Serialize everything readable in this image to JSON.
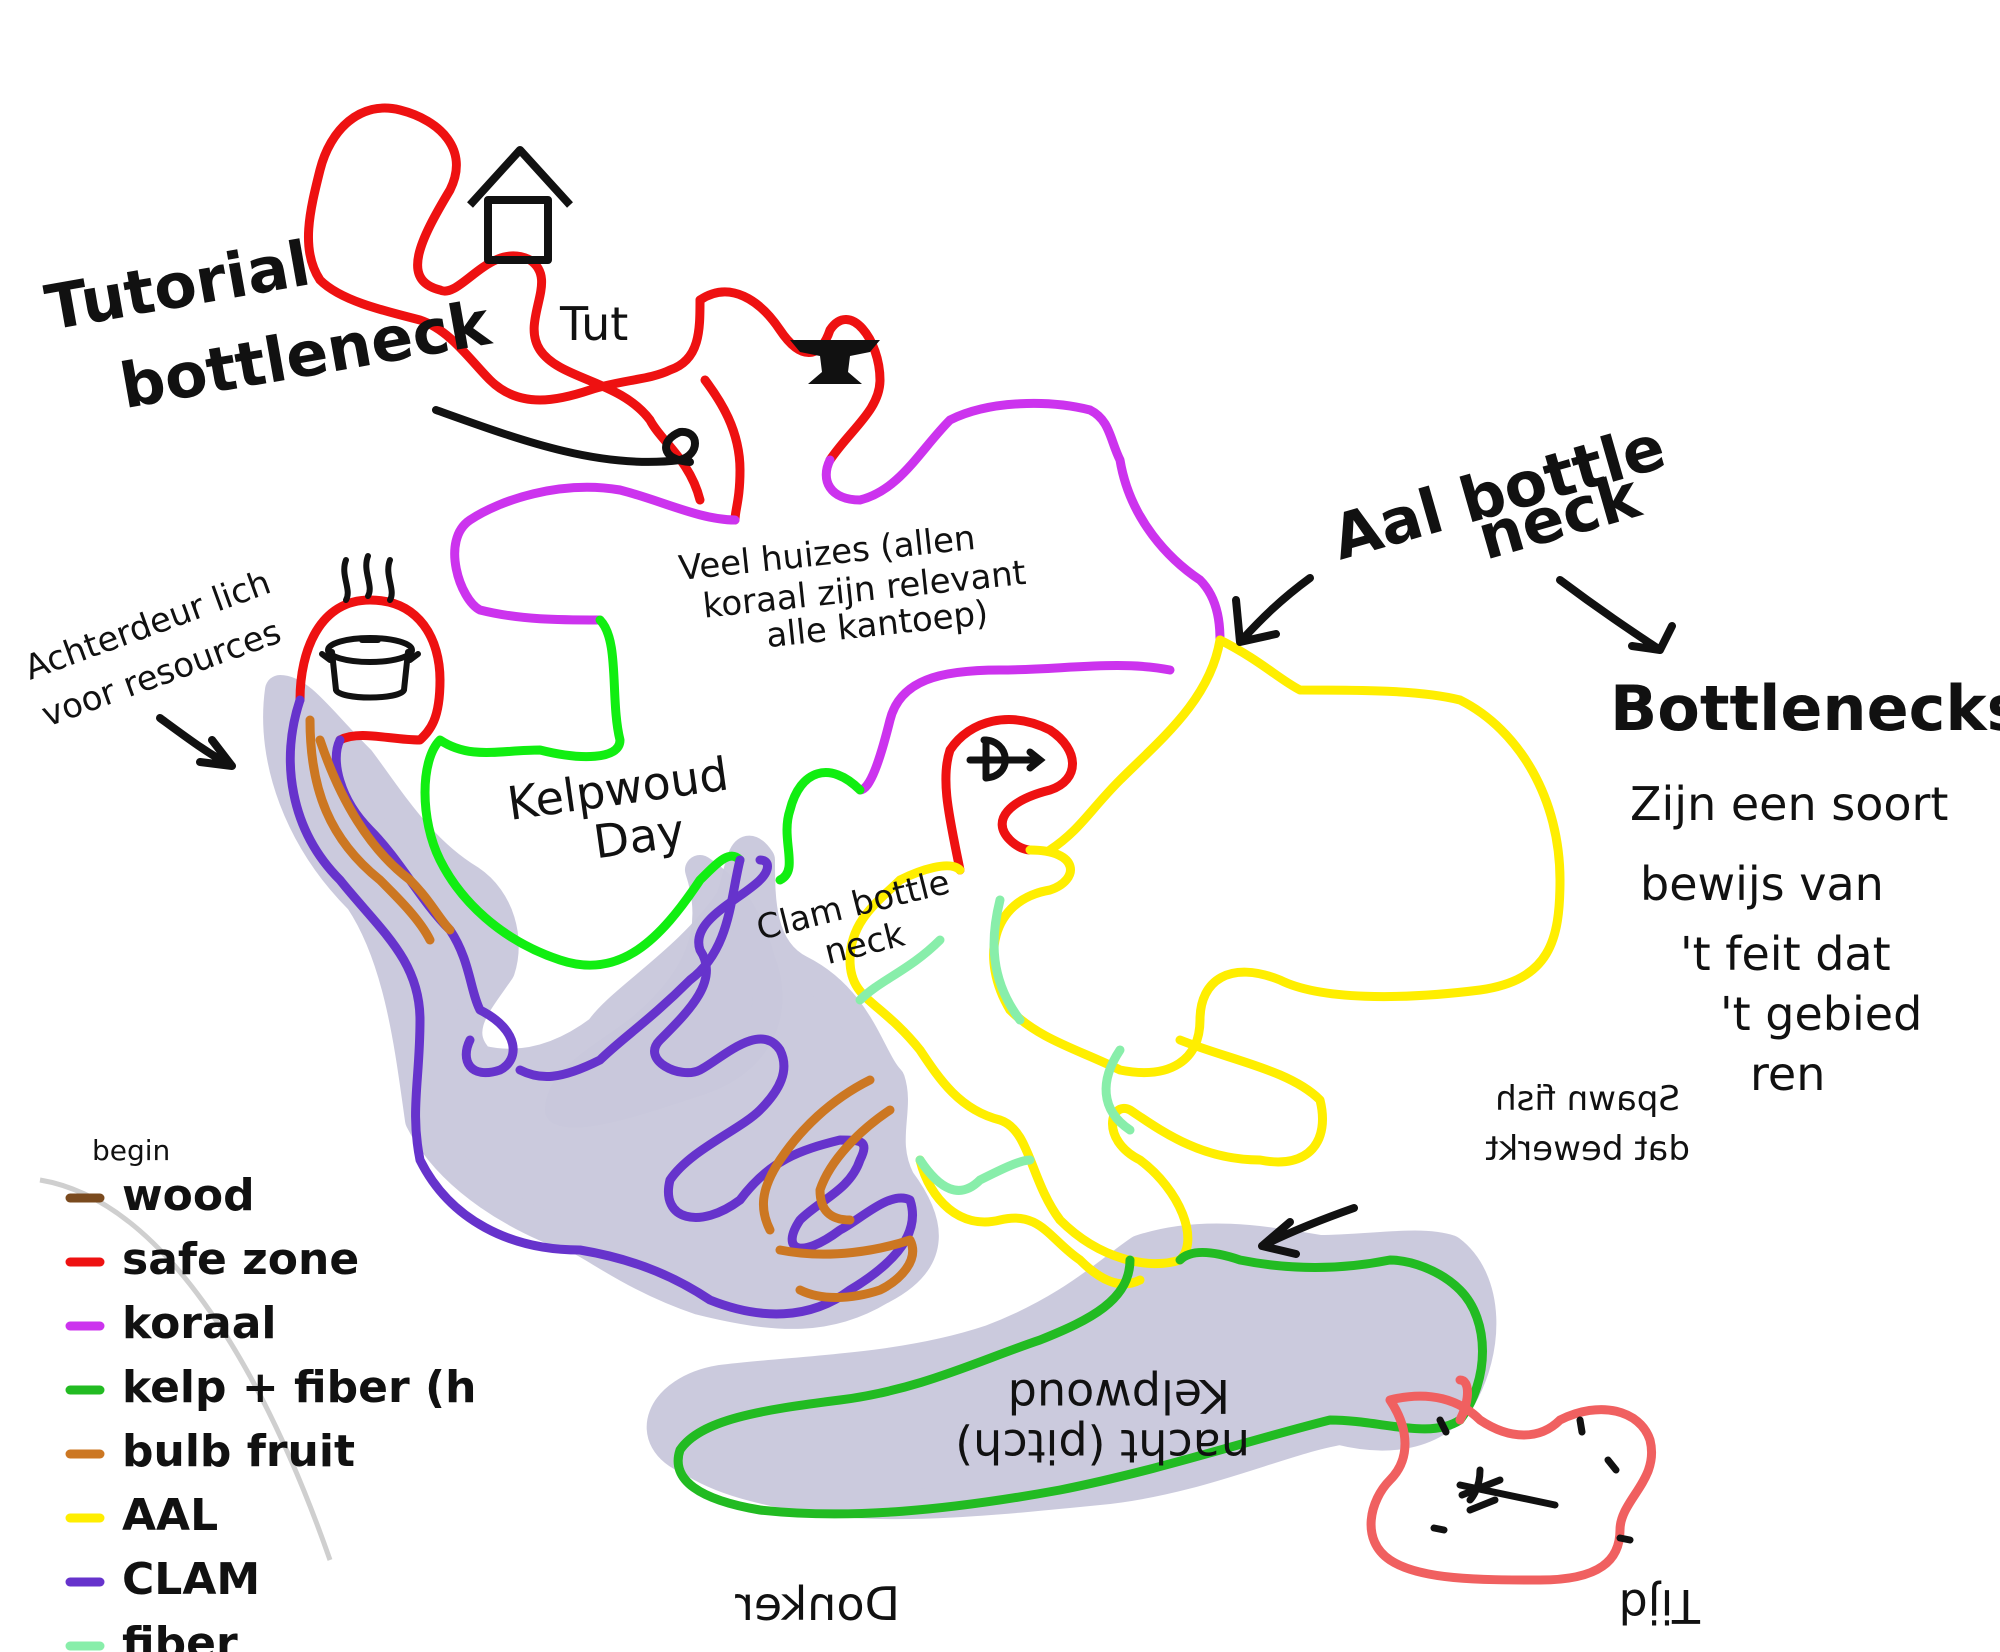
{
  "colors": {
    "wood": "#7a4a1e",
    "safe_zone": "#ee1111",
    "koraal": "#cc33ee",
    "kelp_fiber": "#22bb22",
    "kelp_bright": "#11ee11",
    "bulb_fruit": "#cc7722",
    "aal": "#ffee00",
    "clam": "#6633cc",
    "fiber": "#88eeaa",
    "shade": "#c9c8dc",
    "salmon": "#f06060",
    "ink": "#111111"
  },
  "notes": {
    "tutorial_bottleneck": [
      "Tutorial",
      "bottleneck"
    ],
    "tut": "Tut",
    "achterdeur": [
      "Achterdeur lich",
      "voor resources"
    ],
    "veel_huizes": [
      "Veel huizes (allen",
      "koraal zijn relevant",
      "alle kantoep)"
    ],
    "kelpwoud_day": [
      "Kelpwoud",
      "Day"
    ],
    "clam_bottleneck": [
      "Clam bottle",
      "neck"
    ],
    "aal_bottleneck": [
      "Aal bottle",
      "neck"
    ],
    "bottlenecks_title": "Bottlenecks",
    "bottlenecks_body": [
      "Zijn een soort",
      "bewijs van",
      "'t feit dat",
      "'t gebied",
      "ren"
    ],
    "mirrored_note": [
      "Spawn fish",
      "dat bewerkt"
    ],
    "kelpwoud_nacht": [
      "Kelpwoud",
      "nacht (pitch)"
    ],
    "tijd": "Tijd",
    "mirrored_bottom": "Donker"
  },
  "legend": {
    "begin": "begin",
    "items": [
      {
        "label": "wood",
        "color_key": "wood"
      },
      {
        "label": "safe zone",
        "color_key": "safe_zone"
      },
      {
        "label": "koraal",
        "color_key": "koraal"
      },
      {
        "label": "kelp + fiber (h",
        "color_key": "kelp_fiber"
      },
      {
        "label": "bulb fruit",
        "color_key": "bulb_fruit"
      },
      {
        "label": "AAL",
        "color_key": "aal"
      },
      {
        "label": "CLAM",
        "color_key": "clam"
      },
      {
        "label": "fiber",
        "color_key": "fiber"
      }
    ]
  },
  "icons": [
    "house-icon",
    "anvil-icon",
    "cooking-pot-icon",
    "bow-icon",
    "clock-icon"
  ]
}
